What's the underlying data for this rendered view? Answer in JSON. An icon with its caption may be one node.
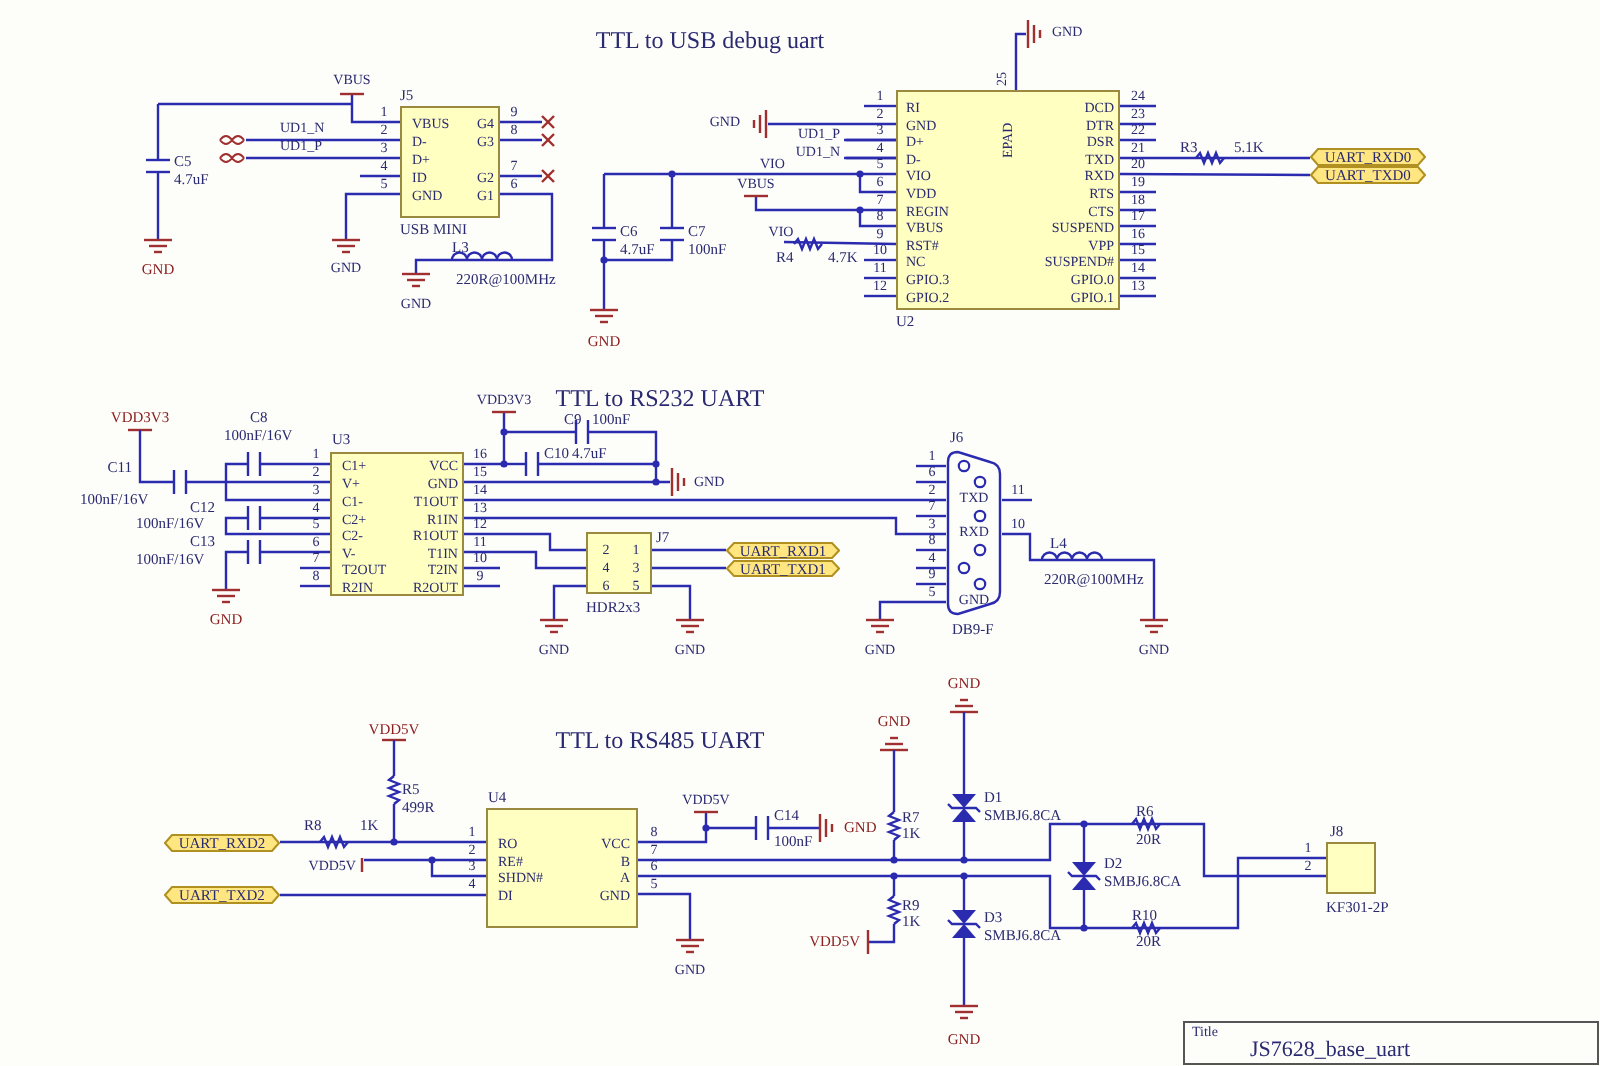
{
  "diagram": {
    "nodes": [
      {
        "text": [
          "VBUS",
          "D-",
          "D+",
          "ID",
          "GND",
          "G4",
          "G3",
          "G2",
          "G1"
        ],
        "beside": [
          "J5",
          "1",
          "2",
          "3",
          "4",
          "5",
          "9",
          "8",
          "7",
          "6",
          "USB MINI"
        ]
      },
      {
        "text": [
          "EPAD",
          "RI",
          "GND",
          "D+",
          "D-",
          "VIO",
          "VDD",
          "REGIN",
          "VBUS",
          "RST#",
          "NC",
          "GPIO.3",
          "GPIO.2",
          "DCD",
          "DTR",
          "DSR",
          "TXD",
          "RXD",
          "RTS",
          "CTS",
          "SUSPEND",
          "VPP",
          "SUSPEND#",
          "GPIO.0",
          "GPIO.1"
        ],
        "beside": [
          "25",
          "1",
          "2",
          "3",
          "4",
          "5",
          "6",
          "7",
          "8",
          "9",
          "10",
          "11",
          "12",
          "24",
          "23",
          "22",
          "21",
          "20",
          "19",
          "18",
          "17",
          "16",
          "15",
          "14",
          "13",
          "U2"
        ]
      },
      {
        "text": [
          "UART_RXD0"
        ]
      },
      {
        "text": [
          "UART_TXD0"
        ]
      },
      {
        "text": [
          "C1+",
          "V+",
          "C1-",
          "C2+",
          "C2-",
          "V-",
          "T2OUT",
          "R2IN",
          "VCC",
          "GND",
          "T1OUT",
          "R1IN",
          "R1OUT",
          "T1IN",
          "T2IN",
          "R2OUT"
        ],
        "beside": [
          "U3",
          "1",
          "2",
          "3",
          "4",
          "5",
          "6",
          "7",
          "8",
          "16",
          "15",
          "14",
          "13",
          "12",
          "11",
          "10",
          "9"
        ]
      },
      {
        "text": [
          "2",
          "1",
          "4",
          "3",
          "6",
          "5"
        ],
        "beside": [
          "J7",
          "HDR2x3"
        ]
      },
      {
        "text": [
          "UART_RXD1"
        ]
      },
      {
        "text": [
          "UART_TXD1"
        ]
      },
      {
        "text": [
          "TXD",
          "RXD",
          "GND"
        ],
        "beside": [
          "J6",
          "1",
          "6",
          "2",
          "7",
          "3",
          "8",
          "4",
          "9",
          "5",
          "11",
          "10",
          "DB9-F"
        ]
      },
      {
        "text": [
          "RO",
          "RE#",
          "SHDN#",
          "DI",
          "VCC",
          "B",
          "A",
          "GND"
        ],
        "beside": [
          "U4",
          "1",
          "2",
          "3",
          "4",
          "8",
          "7",
          "6",
          "5"
        ]
      },
      {
        "text": [
          "UART_RXD2"
        ]
      },
      {
        "text": [
          "UART_TXD2"
        ]
      },
      {
        "text": [],
        "shape": "box",
        "beside": [
          "J8",
          "1",
          "2",
          "KF301-2P"
        ]
      },
      {
        "text": [],
        "shape": "picture"
      },
      {
        "text": [],
        "shape": "picture"
      },
      {
        "text": [
          "GND"
        ]
      },
      {
        "text": [
          "VIO"
        ]
      },
      {
        "text": [
          "GND"
        ]
      },
      {
        "text": [
          "GND"
        ]
      },
      {
        "text": [
          "GND"
        ]
      },
      {
        "text": [
          "GND"
        ]
      },
      {
        "text": [
          "GND"
        ]
      },
      {
        "text": [
          "GND"
        ]
      },
      {
        "text": [
          "VBUS"
        ]
      },
      {
        "text": [
          "UD1_P"
        ]
      },
      {
        "text": [
          "UD1_N"
        ]
      },
      {
        "text": [
          "VBUS"
        ]
      },
      {
        "text": [
          "GND"
        ]
      },
      {
        "text": [
          "VDD3V3"
        ]
      },
      {
        "text": [
          "GND"
        ]
      },
      {
        "text": [
          "GND"
        ]
      },
      {
        "text": [
          "VDD5V"
        ]
      },
      {
        "text": [
          "VDD5V"
        ]
      }
    ],
    "edges": [
      {
        "from": 1,
        "to": 2,
        "arrow": "none"
      },
      {
        "from": 1,
        "to": 3,
        "arrow": "none"
      },
      {
        "from": 4,
        "to": 5,
        "arrow": "none"
      },
      {
        "from": 4,
        "to": 5,
        "arrow": "none"
      },
      {
        "from": 5,
        "to": 6,
        "arrow": "none"
      },
      {
        "from": 5,
        "to": 7,
        "arrow": "none"
      },
      {
        "from": 4,
        "to": 8,
        "arrow": "none"
      },
      {
        "from": 4,
        "to": 8,
        "arrow": "none"
      },
      {
        "from": 10,
        "to": 9,
        "arrow": "none"
      },
      {
        "from": 11,
        "to": 9,
        "arrow": "none"
      },
      {
        "from": 9,
        "to": 12,
        "arrow": "none"
      },
      {
        "from": 9,
        "to": 12,
        "arrow": "none"
      },
      {
        "from": 0,
        "to": 13,
        "arrow": "none"
      },
      {
        "from": 0,
        "to": 14,
        "arrow": "none"
      },
      {
        "from": 1,
        "to": 15,
        "arrow": "none"
      },
      {
        "from": 1,
        "to": 16,
        "arrow": "none"
      },
      {
        "from": 1,
        "to": 17,
        "arrow": "none"
      },
      {
        "from": 0,
        "to": 18,
        "arrow": "none"
      },
      {
        "from": 5,
        "to": 19,
        "arrow": "none"
      },
      {
        "from": 5,
        "to": 20,
        "arrow": "none"
      },
      {
        "from": 8,
        "to": 21,
        "arrow": "none"
      },
      {
        "from": 9,
        "to": 22,
        "arrow": "none"
      },
      {
        "from": 0,
        "to": 23,
        "arrow": "none"
      },
      {
        "from": 1,
        "to": 24,
        "arrow": "none"
      },
      {
        "from": 1,
        "to": 25,
        "arrow": "none"
      },
      {
        "from": 1,
        "to": 26,
        "arrow": "none"
      },
      {
        "from": 0,
        "to": 27,
        "arrow": "none"
      },
      {
        "from": 4,
        "to": 28,
        "arrow": "none"
      },
      {
        "from": 4,
        "to": 29,
        "arrow": "none"
      },
      {
        "from": 8,
        "to": 30,
        "arrow": "none"
      },
      {
        "from": 9,
        "to": 31,
        "arrow": "none"
      },
      {
        "from": 9,
        "to": 32,
        "arrow": "none"
      }
    ],
    "labels": [
      "TTL to USB debug uart",
      "UD1_N",
      "UD1_P",
      "R3",
      "5.1K",
      "C5",
      "VIO",
      "4.7uF",
      "C6",
      "C7",
      "L3",
      "4.7uF",
      "100nF",
      "R4",
      "4.7K",
      "GND",
      "220R@100MHz",
      "GND",
      "TTL to RS232 UART",
      "VDD3V3",
      "C8",
      "C9",
      "100nF",
      "100nF/16V",
      "C10",
      "4.7uF",
      "C11",
      "100nF/16V",
      "C12",
      "100nF/16V",
      "C13",
      "L4",
      "100nF/16V",
      "220R@100MHz",
      "GND",
      "GND",
      "VDD5V",
      "TTL to RS485 UART",
      "GND",
      "R5",
      "D1",
      "499R",
      "C14",
      "R7",
      "SMBJ6.8CA",
      "R6",
      "R8",
      "1K",
      "GND",
      "1K",
      "100nF",
      "20R",
      "D2",
      "SMBJ6.8CA",
      "R9",
      "D3",
      "R10",
      "1K",
      "VDD5V",
      "SMBJ6.8CA",
      "20R",
      "GND",
      "Title",
      "JS7628_base_uart"
    ]
  }
}
